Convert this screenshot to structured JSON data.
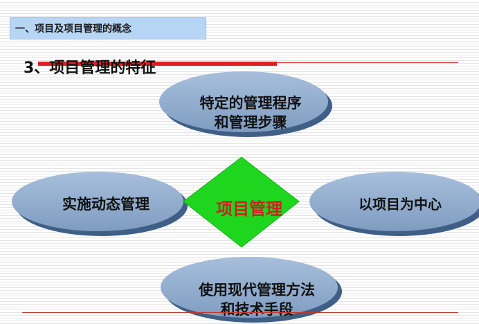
{
  "header": {
    "section_label": "一、项目及项目管理的概念"
  },
  "slide": {
    "title": "3、项目管理的特征"
  },
  "diagram": {
    "center": "项目管理",
    "nodes": {
      "top_line1": "特定的管理程序",
      "top_line2": "和管理步骤",
      "left": "实施动态管理",
      "right": "以项目为中心",
      "bottom_line1": "使用现代管理方法",
      "bottom_line2": "和技术手段"
    }
  },
  "colors": {
    "ellipse_fill": "#8fa9c8",
    "ellipse_shadow": "#3f5f87",
    "diamond_fill": "#1ed61e",
    "center_text": "#cc2222",
    "accent_red": "#e02020",
    "header_bg": "#b7d5f5"
  }
}
